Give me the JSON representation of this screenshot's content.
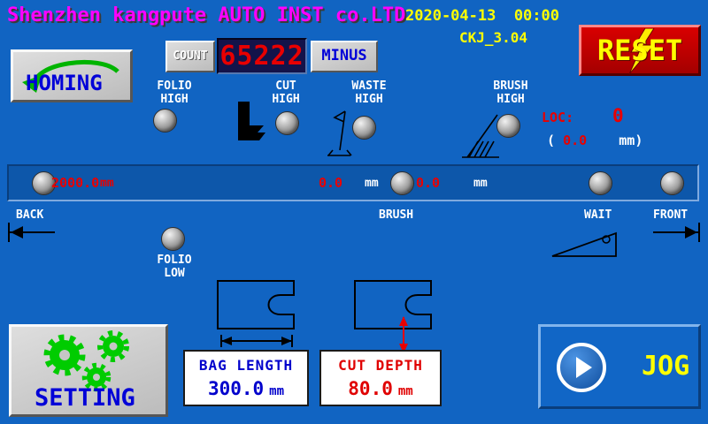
{
  "colors": {
    "background": "#1164C2",
    "title_magenta": "#FF00FF",
    "accent_yellow": "#FFFF00",
    "value_red": "#E80000",
    "button_blue_text": "#0000D8",
    "gear_green": "#00CC00"
  },
  "header": {
    "company": "Shenzhen kangpute AUTO INST co.LTD",
    "datetime": "2020-04-13  00:00",
    "version": "CKJ_3.04",
    "reset": "RESET"
  },
  "counter": {
    "count_label": "COUNT",
    "value": "65222",
    "minus_label": "MINUS"
  },
  "homing_label": "HOMING",
  "sensors": {
    "folio_high": "FOLIO\nHIGH",
    "cut_high": "CUT\nHIGH",
    "waste_high": "WASTE\nHIGH",
    "brush_high": "BRUSH\nHIGH",
    "folio_low": "FOLIO\nLOW"
  },
  "location": {
    "label": "LOC:",
    "value": "0",
    "offset_open": "(",
    "offset_value": "0.0",
    "offset_unit": "mm)"
  },
  "track": {
    "back_value": "2000.0",
    "back_unit": "mm",
    "brush_value": "0.0",
    "brush_unit": "mm",
    "wait_value": "0.0",
    "wait_unit": "mm",
    "label_back": "BACK",
    "label_brush": "BRUSH",
    "label_wait": "WAIT",
    "label_front": "FRONT"
  },
  "measurements": {
    "bag_length_label": "BAG LENGTH",
    "bag_length_value": "300.0",
    "bag_length_unit": "mm",
    "cut_depth_label": "CUT DEPTH",
    "cut_depth_value": "80.0",
    "cut_depth_unit": "mm"
  },
  "footer": {
    "setting": "SETTING",
    "jog": "JOG"
  }
}
